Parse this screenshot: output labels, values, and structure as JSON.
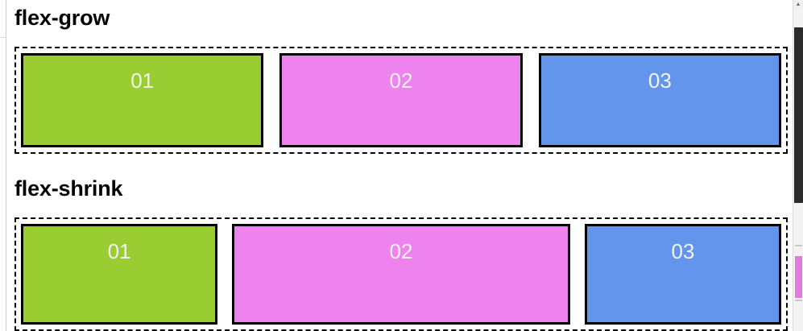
{
  "page": {
    "background": "#ffffff",
    "text_color": "#000000"
  },
  "scrollbar": {
    "up_arrow_glyph": "▲",
    "thumb_color": "#2b2b2b",
    "track_color": "#f3f3f3"
  },
  "sections": [
    {
      "id": "flex-grow",
      "title": "flex-grow",
      "container_border": "2px dashed #000000",
      "items": [
        {
          "label": "01",
          "color": "#9acd32"
        },
        {
          "label": "02",
          "color": "#ee82ee"
        },
        {
          "label": "03",
          "color": "#6495ed"
        }
      ]
    },
    {
      "id": "flex-shrink",
      "title": "flex-shrink",
      "container_border": "2px dashed #000000",
      "items": [
        {
          "label": "01",
          "color": "#9acd32"
        },
        {
          "label": "02",
          "color": "#ee82ee"
        },
        {
          "label": "03",
          "color": "#6495ed"
        }
      ]
    }
  ],
  "palette": {
    "green": "#9acd32",
    "pink": "#ee82ee",
    "blue": "#6495ed",
    "item_border": "#000000",
    "item_label": "#f2f2f2"
  }
}
